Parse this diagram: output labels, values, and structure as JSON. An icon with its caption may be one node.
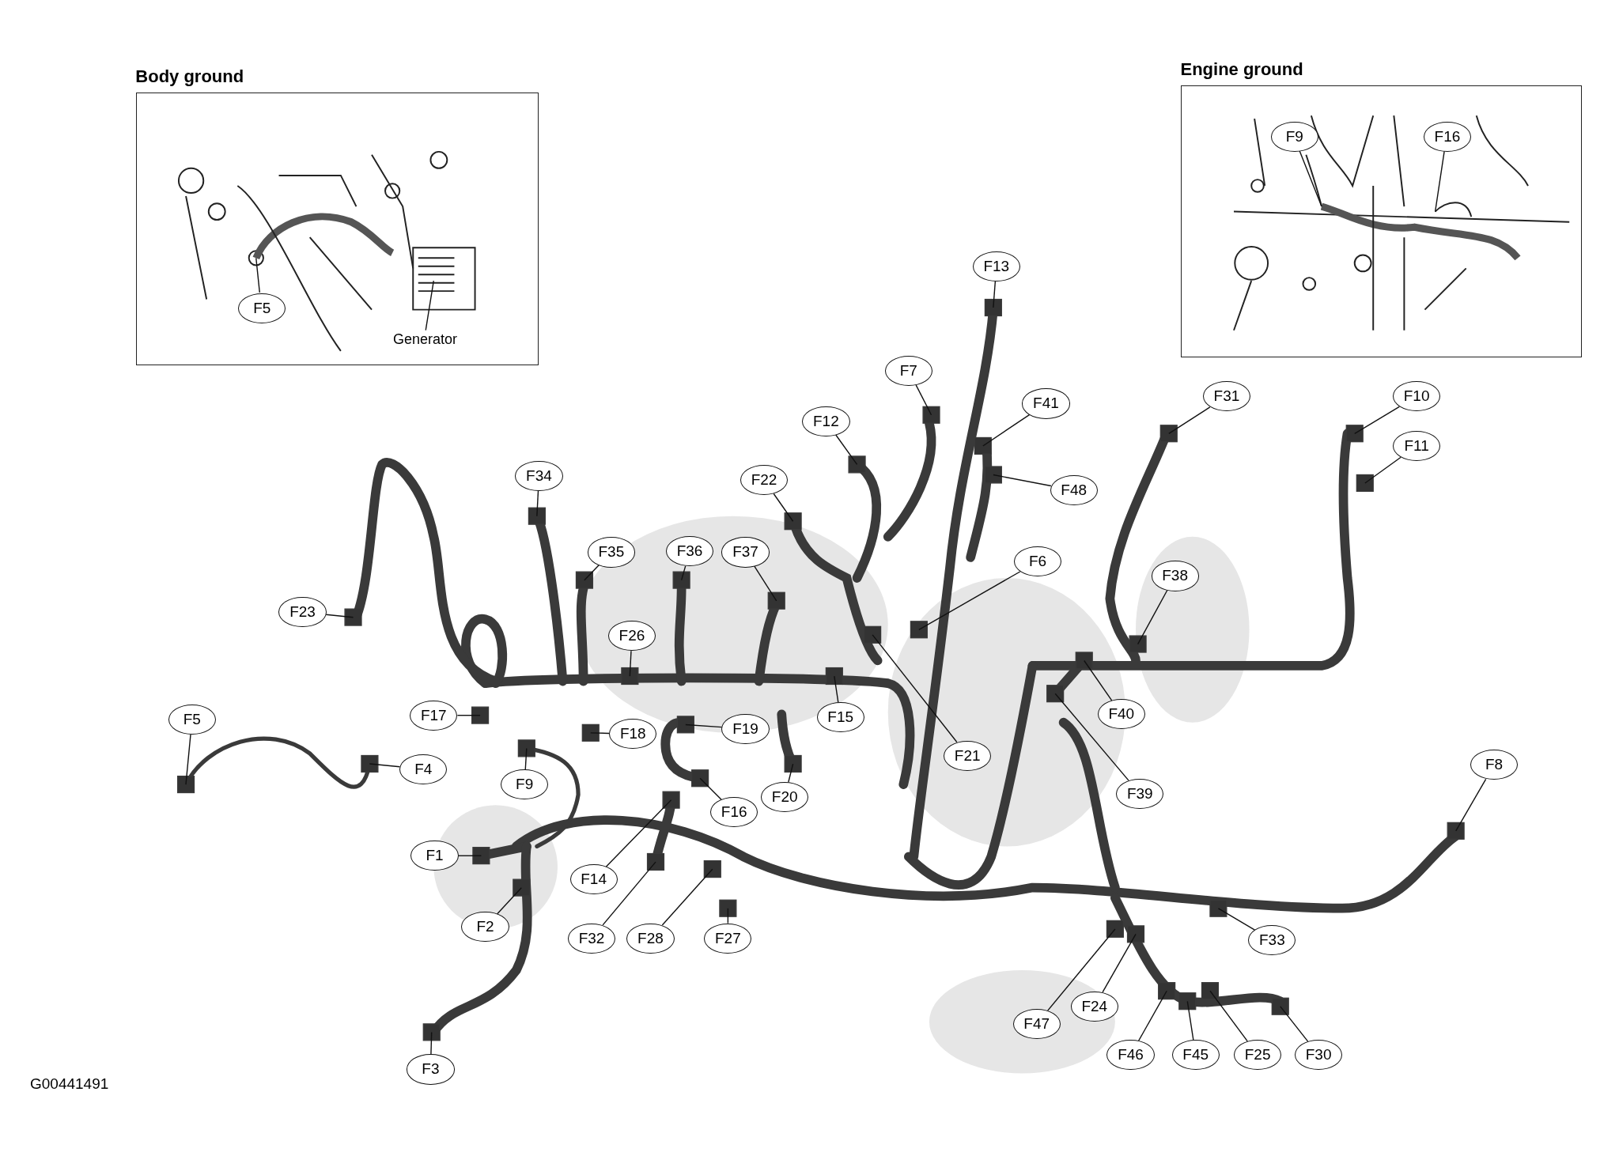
{
  "diagram": {
    "nodes": [
      {
        "text": [
          "Body ground"
        ]
      },
      {
        "text": [
          "F5"
        ],
        "in": 0
      },
      {
        "text": [
          "Generator"
        ],
        "in": 0
      },
      {
        "text": [
          "Engine ground"
        ]
      },
      {
        "text": [
          "F9"
        ],
        "in": 3
      },
      {
        "text": [
          "F16"
        ],
        "in": 3
      },
      {
        "text": [
          "F13"
        ]
      },
      {
        "text": [
          "F7"
        ]
      },
      {
        "text": [
          "F12"
        ]
      },
      {
        "text": [
          "F41"
        ]
      },
      {
        "text": [
          "F31"
        ]
      },
      {
        "text": [
          "F10"
        ]
      },
      {
        "text": [
          "F11"
        ]
      },
      {
        "text": [
          "F34"
        ]
      },
      {
        "text": [
          "F22"
        ]
      },
      {
        "text": [
          "F48"
        ]
      },
      {
        "text": [
          "F35"
        ]
      },
      {
        "text": [
          "F36"
        ]
      },
      {
        "text": [
          "F37"
        ]
      },
      {
        "text": [
          "F6"
        ]
      },
      {
        "text": [
          "F38"
        ]
      },
      {
        "text": [
          "F23"
        ]
      },
      {
        "text": [
          "F26"
        ]
      },
      {
        "text": [
          "F15"
        ]
      },
      {
        "text": [
          "F17"
        ]
      },
      {
        "text": [
          "F40"
        ]
      },
      {
        "text": [
          "F18"
        ]
      },
      {
        "text": [
          "F19"
        ]
      },
      {
        "text": [
          "F5"
        ]
      },
      {
        "text": [
          "F21"
        ]
      },
      {
        "text": [
          "F4"
        ]
      },
      {
        "text": [
          "F9"
        ]
      },
      {
        "text": [
          "F20"
        ]
      },
      {
        "text": [
          "F39"
        ]
      },
      {
        "text": [
          "F8"
        ]
      },
      {
        "text": [
          "F16"
        ]
      },
      {
        "text": [
          "F1"
        ]
      },
      {
        "text": [
          "F14"
        ]
      },
      {
        "text": [
          "F2"
        ]
      },
      {
        "text": [
          "F32"
        ]
      },
      {
        "text": [
          "F28"
        ]
      },
      {
        "text": [
          "F27"
        ]
      },
      {
        "text": [
          "F33"
        ]
      },
      {
        "text": [
          "F24"
        ]
      },
      {
        "text": [
          "F47"
        ]
      },
      {
        "text": [
          "F3"
        ]
      },
      {
        "text": [
          "F46"
        ]
      },
      {
        "text": [
          "F45"
        ]
      },
      {
        "text": [
          "F25"
        ]
      },
      {
        "text": [
          "F30"
        ]
      }
    ],
    "edges": [
      {
        "from": 1,
        "to": null,
        "arrow": "none"
      },
      {
        "from": 2,
        "to": null,
        "arrow": "none"
      },
      {
        "from": 4,
        "to": null,
        "arrow": "none"
      },
      {
        "from": 5,
        "to": null,
        "arrow": "none"
      },
      {
        "from": 6,
        "to": null,
        "arrow": "none"
      },
      {
        "from": 7,
        "to": null,
        "arrow": "none"
      },
      {
        "from": 8,
        "to": null,
        "arrow": "none"
      },
      {
        "from": 9,
        "to": null,
        "arrow": "none"
      },
      {
        "from": 10,
        "to": null,
        "arrow": "none"
      },
      {
        "from": 11,
        "to": null,
        "arrow": "none"
      },
      {
        "from": 12,
        "to": null,
        "arrow": "none"
      },
      {
        "from": 13,
        "to": null,
        "arrow": "none"
      },
      {
        "from": 14,
        "to": null,
        "arrow": "none"
      },
      {
        "from": 15,
        "to": null,
        "arrow": "none"
      },
      {
        "from": 16,
        "to": null,
        "arrow": "none"
      },
      {
        "from": 17,
        "to": null,
        "arrow": "none"
      },
      {
        "from": 18,
        "to": null,
        "arrow": "none"
      },
      {
        "from": 19,
        "to": null,
        "arrow": "none"
      },
      {
        "from": 20,
        "to": null,
        "arrow": "none"
      },
      {
        "from": 21,
        "to": null,
        "arrow": "none"
      },
      {
        "from": 22,
        "to": null,
        "arrow": "none"
      },
      {
        "from": 23,
        "to": null,
        "arrow": "none"
      },
      {
        "from": 24,
        "to": null,
        "arrow": "none"
      },
      {
        "from": 25,
        "to": null,
        "arrow": "none"
      },
      {
        "from": 26,
        "to": null,
        "arrow": "none"
      },
      {
        "from": 27,
        "to": null,
        "arrow": "none"
      },
      {
        "from": 28,
        "to": null,
        "arrow": "none"
      },
      {
        "from": 29,
        "to": null,
        "arrow": "none"
      },
      {
        "from": 30,
        "to": null,
        "arrow": "none"
      },
      {
        "from": 31,
        "to": null,
        "arrow": "none"
      },
      {
        "from": 32,
        "to": null,
        "arrow": "none"
      },
      {
        "from": 33,
        "to": null,
        "arrow": "none"
      },
      {
        "from": 34,
        "to": null,
        "arrow": "none"
      },
      {
        "from": 35,
        "to": null,
        "arrow": "none"
      },
      {
        "from": 36,
        "to": null,
        "arrow": "none"
      },
      {
        "from": 37,
        "to": null,
        "arrow": "none"
      },
      {
        "from": 38,
        "to": null,
        "arrow": "none"
      },
      {
        "from": 39,
        "to": null,
        "arrow": "none"
      },
      {
        "from": 40,
        "to": null,
        "arrow": "none"
      },
      {
        "from": 41,
        "to": null,
        "arrow": "none"
      },
      {
        "from": 42,
        "to": null,
        "arrow": "none"
      },
      {
        "from": 43,
        "to": null,
        "arrow": "none"
      },
      {
        "from": 44,
        "to": null,
        "arrow": "none"
      },
      {
        "from": 45,
        "to": null,
        "arrow": "none"
      },
      {
        "from": 46,
        "to": null,
        "arrow": "none"
      },
      {
        "from": 47,
        "to": null,
        "arrow": "none"
      },
      {
        "from": 48,
        "to": null,
        "arrow": "none"
      },
      {
        "from": 49,
        "to": null,
        "arrow": "none"
      }
    ],
    "labels": [
      "G00441491"
    ]
  }
}
